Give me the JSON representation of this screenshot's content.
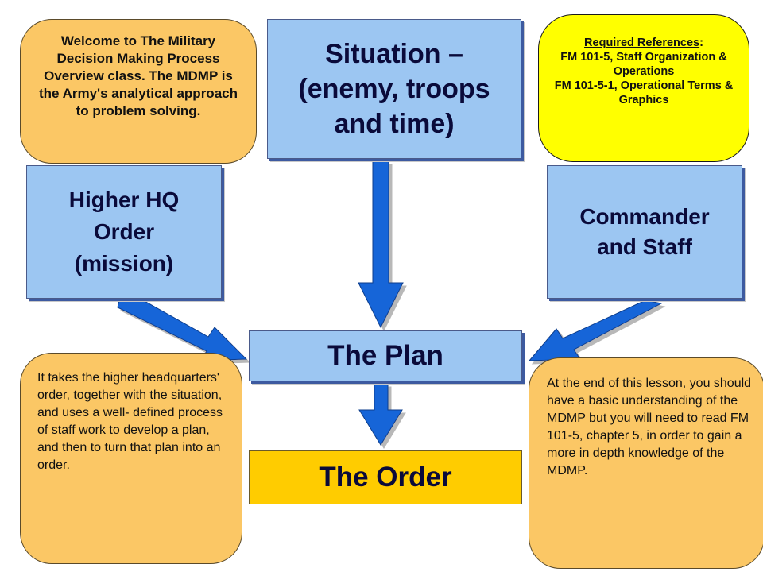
{
  "boxes": {
    "situation": [
      "Situation –",
      "(enemy, troops",
      "and time)"
    ],
    "higher_hq": [
      "Higher HQ",
      "Order",
      "(mission)"
    ],
    "commander": [
      "Commander",
      "and Staff"
    ],
    "plan": "The Plan",
    "order": "The Order"
  },
  "notes": {
    "welcome": "Welcome to The Military Decision Making Process Overview class.  The MDMP is the Army's analytical approach to problem solving.",
    "references_heading": "Required References",
    "references_colon": ":",
    "references_line1": "FM 101-5, Staff Organization & Operations",
    "references_line2": "FM 101-5-1, Operational Terms & Graphics",
    "takes": "It takes the higher headquarters' order, together with the situation, and uses a well- defined process of staff work to develop a plan, and then to turn that plan into an order.",
    "end": "At the end of this lesson, you should have a basic understanding of the MDMP but you will need to read FM 101-5, chapter 5, in order to gain a more in depth knowledge of the MDMP."
  },
  "colors": {
    "box_blue": "#9cc6f2",
    "arrow_blue": "#1565d8",
    "note_orange": "#fbc765",
    "reference_yellow": "#ffff00",
    "order_gold": "#ffcc00"
  }
}
